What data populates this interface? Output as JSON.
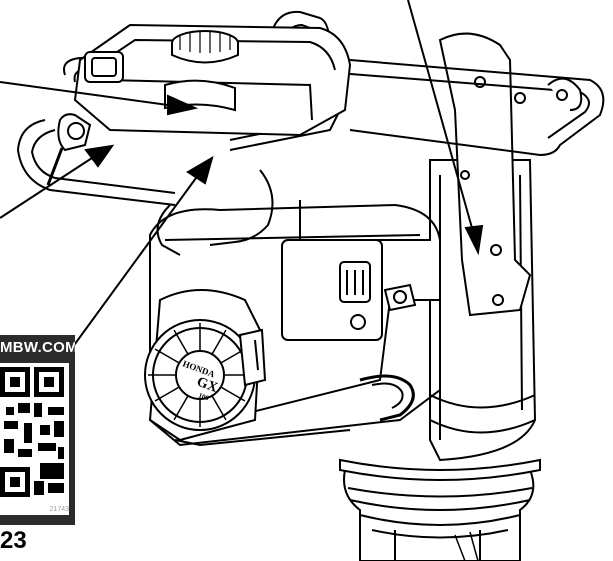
{
  "diagram": {
    "figure_number": "23",
    "qr": {
      "url_text": "MBW.COM",
      "code_number": "21743"
    },
    "engine_badge": {
      "brand": "HONDA",
      "model": "GX",
      "displacement": "100"
    },
    "callouts": [
      "callout-1",
      "callout-2",
      "callout-3",
      "callout-4"
    ],
    "line_color": "#000000",
    "background": "#ffffff"
  }
}
